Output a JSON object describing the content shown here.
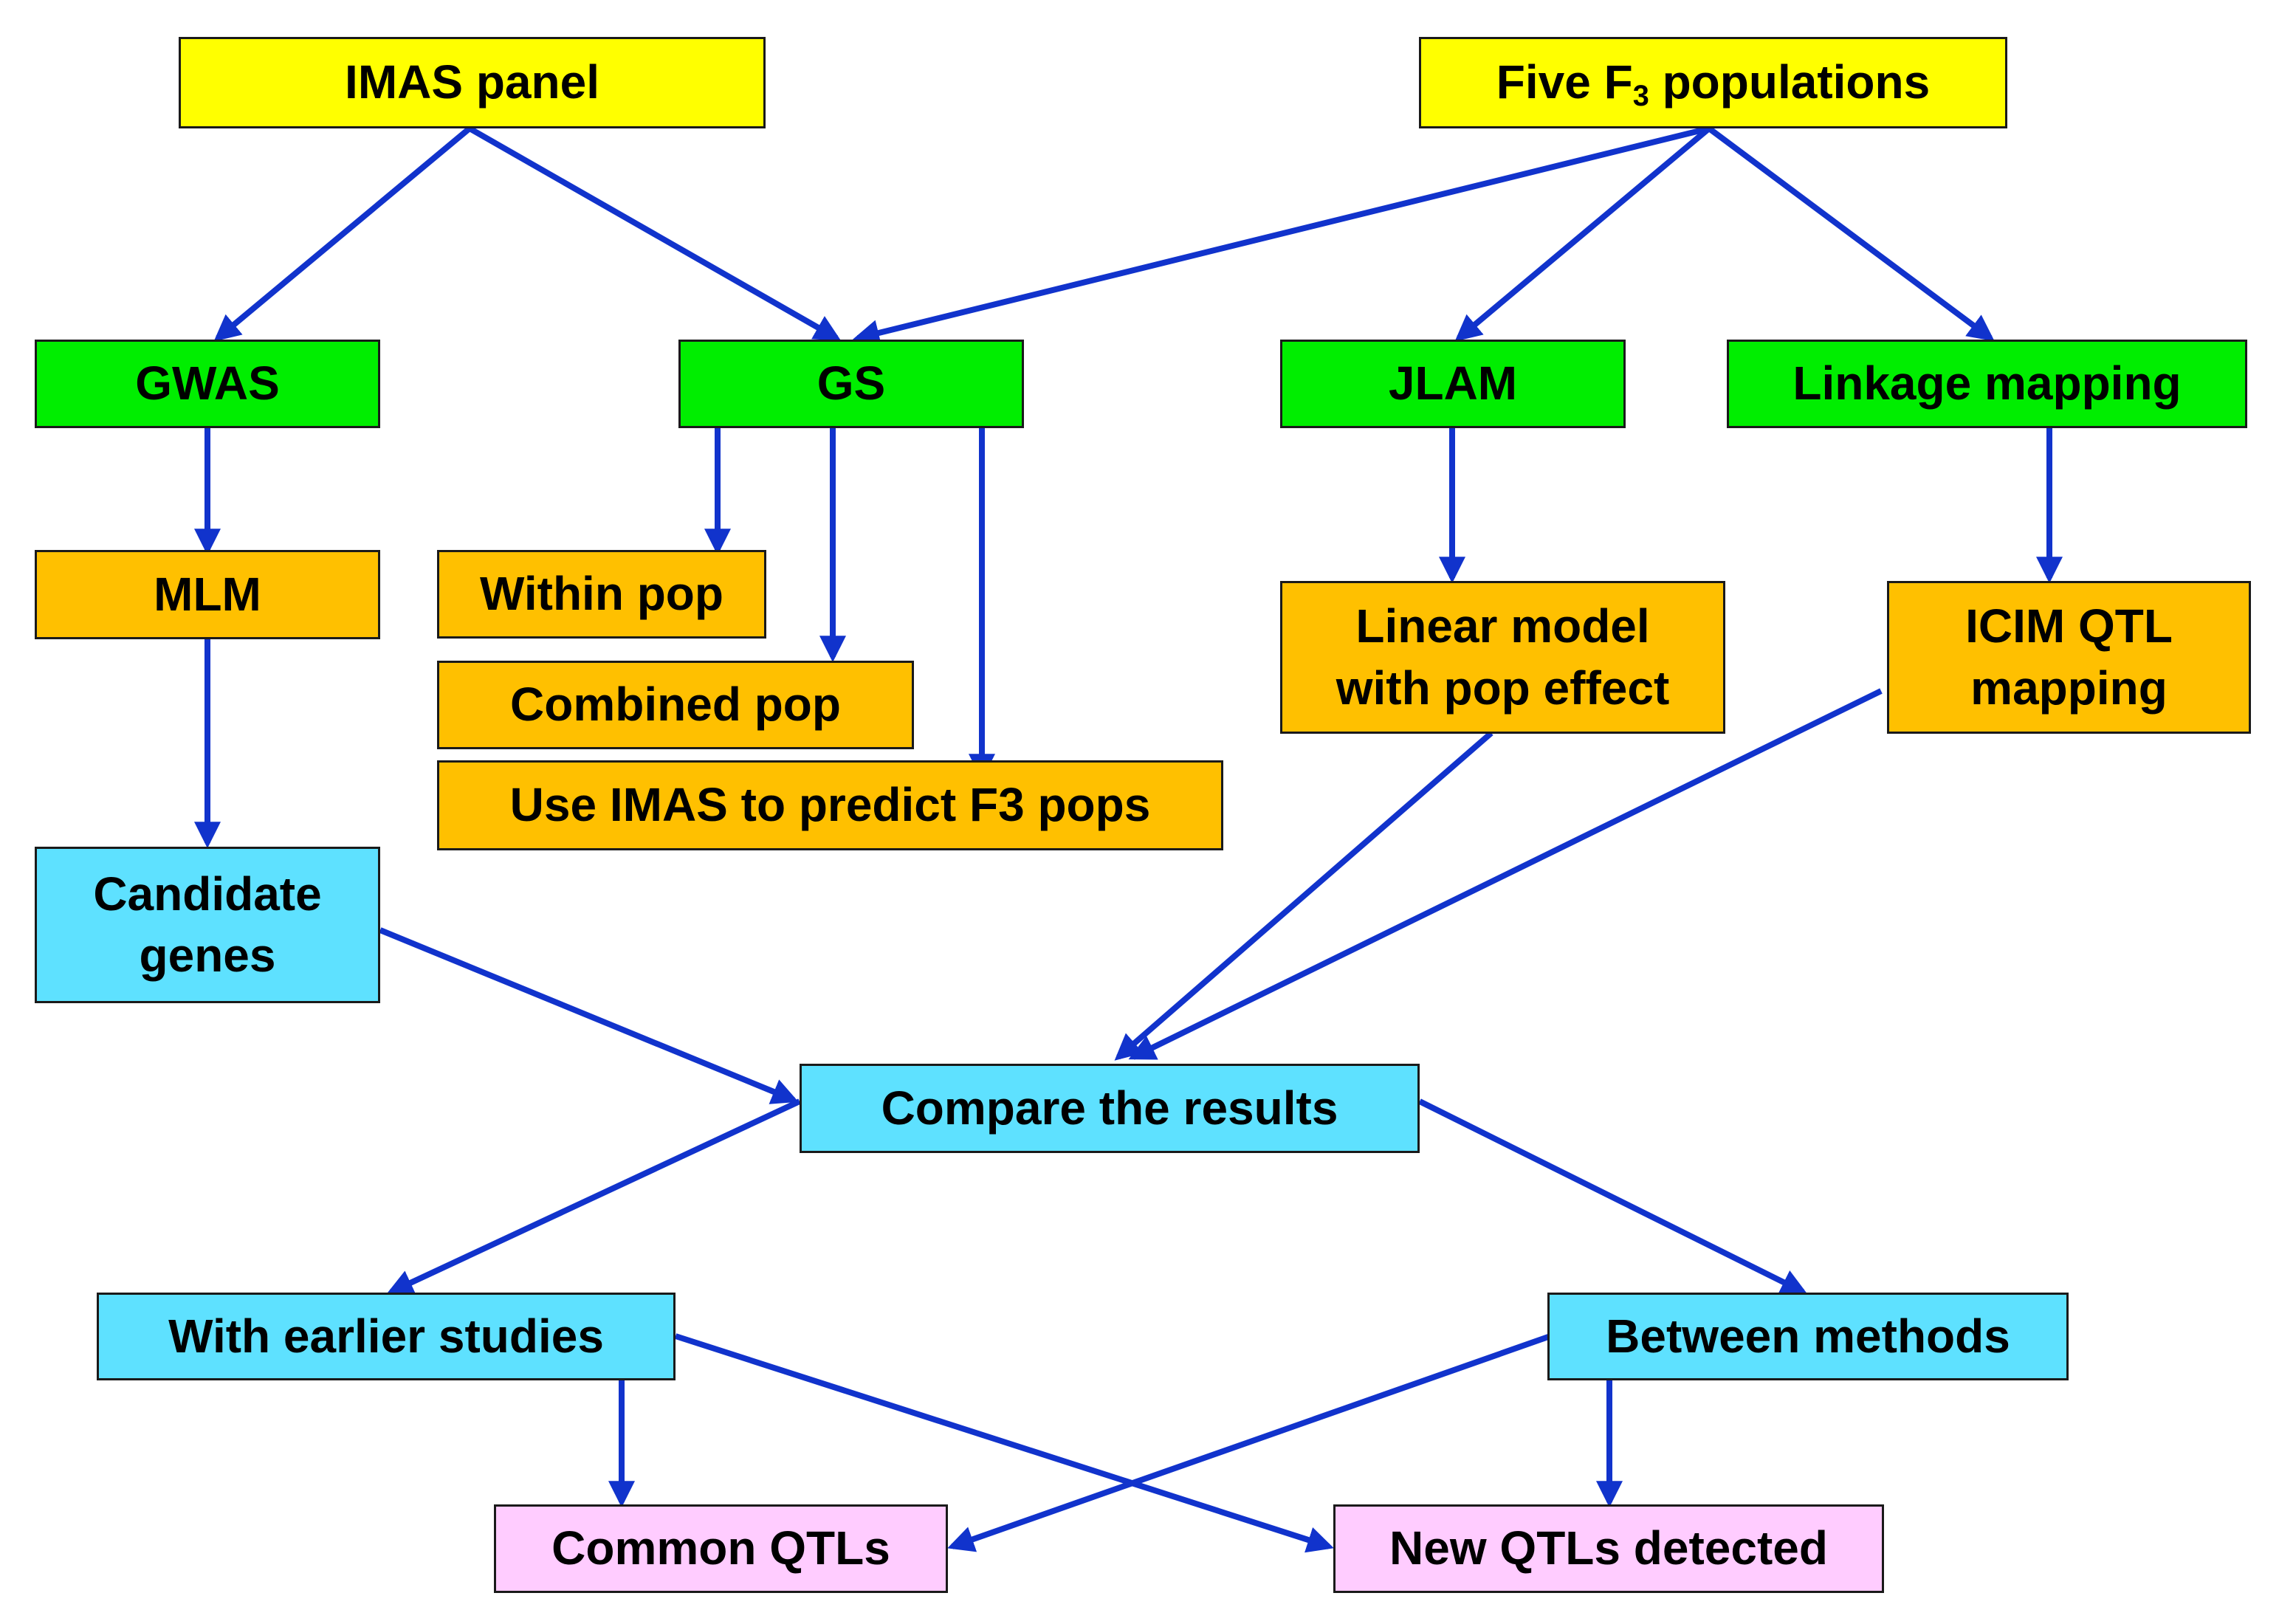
{
  "colors": {
    "source": "#ffff00",
    "method": "#00ee00",
    "analysis": "#ffc000",
    "result": "#5ee1ff",
    "outcome": "#ffcc00",
    "outcome_box": "#ffccff",
    "arrow": "#1133cc",
    "border": "#1a1a1a"
  },
  "sources": {
    "imas_panel": "IMAS panel",
    "f3_prefix": "Five F",
    "f3_sub": "3",
    "f3_suffix": " populations"
  },
  "methods": {
    "gwas": "GWAS",
    "gs": "GS",
    "jlam": "JLAM",
    "linkage": "Linkage mapping"
  },
  "analyses": {
    "mlm": "MLM",
    "within_pop": "Within pop",
    "combined_pop": "Combined pop",
    "use_imas": "Use IMAS to predict F3 pops",
    "linear_model_line1": "Linear model",
    "linear_model_line2": "with pop effect",
    "icim_line1": "ICIM QTL",
    "icim_line2": "mapping"
  },
  "results": {
    "candidate_line1": "Candidate",
    "candidate_line2": "genes",
    "compare": "Compare the results",
    "earlier": "With earlier studies",
    "between": "Between methods"
  },
  "outcomes": {
    "common": "Common QTLs",
    "new": "New QTLs detected"
  },
  "edges": [
    [
      "imas-panel",
      "gwas"
    ],
    [
      "imas-panel",
      "gs"
    ],
    [
      "five-f3-populations",
      "gs"
    ],
    [
      "five-f3-populations",
      "jlam"
    ],
    [
      "five-f3-populations",
      "linkage-mapping"
    ],
    [
      "gwas",
      "mlm"
    ],
    [
      "gs",
      "within-pop"
    ],
    [
      "gs",
      "combined-pop"
    ],
    [
      "gs",
      "use-imas"
    ],
    [
      "jlam",
      "linear-model"
    ],
    [
      "linkage-mapping",
      "icim-qtl"
    ],
    [
      "mlm",
      "candidate-genes"
    ],
    [
      "candidate-genes",
      "compare-results"
    ],
    [
      "linear-model",
      "compare-results"
    ],
    [
      "icim-qtl",
      "compare-results"
    ],
    [
      "compare-results",
      "with-earlier-studies"
    ],
    [
      "compare-results",
      "between-methods"
    ],
    [
      "with-earlier-studies",
      "common-qtls"
    ],
    [
      "with-earlier-studies",
      "new-qtls"
    ],
    [
      "between-methods",
      "common-qtls"
    ],
    [
      "between-methods",
      "new-qtls"
    ]
  ]
}
